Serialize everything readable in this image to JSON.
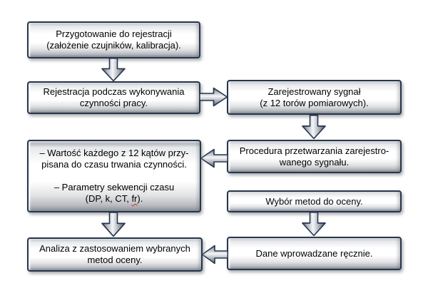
{
  "colors": {
    "box_border": "#27364e",
    "arrow_outline": "#27364e",
    "arrow_fill_highlight": "#f4f5f7",
    "arrow_fill_shadow": "#5f6872",
    "spellcheck_underline": "#e02020",
    "text": "#000000",
    "background": "#ffffff"
  },
  "flowchart": {
    "boxes": {
      "prep": {
        "lines": [
          "Przygotowanie do rejestracji",
          "(założenie  czujników, kalibracja)."
        ]
      },
      "registration": {
        "lines": [
          "Rejestracja podczas wykonywania",
          "czynności pracy."
        ]
      },
      "signal": {
        "lines": [
          "Zarejestrowany  sygnał",
          "(z 12 torów pomiarowych)."
        ]
      },
      "processing": {
        "lines": [
          "Procedura przetwarzania  zarejestro-",
          "wanego sygnału."
        ]
      },
      "values": {
        "p1l1": "– Wartość każdego z 12 kątów przy-",
        "p1l2": "pisana do czasu trwania  czynności.",
        "p2l1": "– Parametry  sekwencji czasu",
        "p2l2": {
          "pre": "(DP, k, CT,  ",
          "misspelled": "fr",
          "post": ")."
        }
      },
      "method_choice": {
        "lines": [
          "Wybór metod do oceny."
        ]
      },
      "manual_data": {
        "lines": [
          "Dane wprowadzane ręcznie."
        ]
      },
      "analysis": {
        "lines": [
          "Analiza z zastosowaniem wybranych",
          "metod oceny."
        ]
      }
    },
    "arrows": [
      {
        "icon": "arrow-down-icon",
        "from": "prep",
        "to": "registration"
      },
      {
        "icon": "arrow-right-icon",
        "from": "registration",
        "to": "signal"
      },
      {
        "icon": "arrow-down-icon",
        "from": "signal",
        "to": "processing"
      },
      {
        "icon": "arrow-left-icon",
        "from": "processing",
        "to": "values"
      },
      {
        "icon": "arrow-down-icon",
        "from": "values",
        "to": "analysis"
      },
      {
        "icon": "arrow-down-icon",
        "from": "method_choice",
        "to": "manual_data"
      },
      {
        "icon": "arrow-left-icon",
        "from": "manual_data",
        "to": "analysis"
      }
    ]
  }
}
